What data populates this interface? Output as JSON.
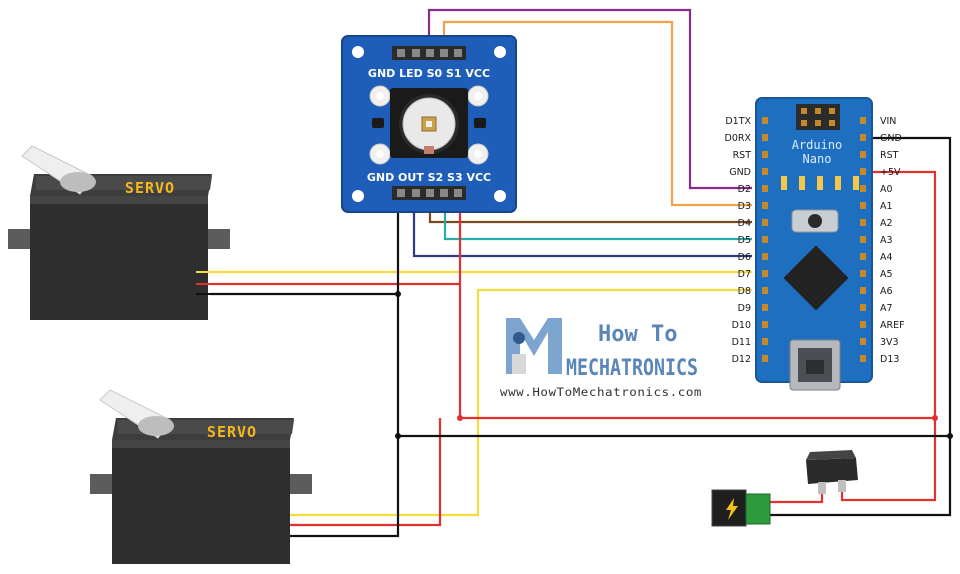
{
  "sensor": {
    "top_labels": "GND LED S0 S1 VCC",
    "bottom_labels": "GND OUT S2 S3 VCC"
  },
  "nano": {
    "title_line1": "Arduino",
    "title_line2": "Nano",
    "left_pins": [
      "D1TX",
      "D0RX",
      "RST",
      "GND",
      "D2",
      "D3",
      "D4",
      "D5",
      "D6",
      "D7",
      "D8",
      "D9",
      "D10",
      "D11",
      "D12"
    ],
    "right_pins": [
      "VIN",
      "GND",
      "RST",
      "+5V",
      "A0",
      "A1",
      "A2",
      "A3",
      "A4",
      "A5",
      "A6",
      "A7",
      "AREF",
      "3V3",
      "D13"
    ]
  },
  "servo_top": {
    "label": "SERVO"
  },
  "servo_bottom": {
    "label": "SERVO"
  },
  "logo": {
    "line1": "How To",
    "line2": "MECHATRONICS",
    "url": "www.HowToMechatronics.com"
  },
  "colors": {
    "wire_purple": "#8a2c8c",
    "wire_orange": "#f0a44a",
    "wire_brown": "#7a4a1e",
    "wire_teal": "#2aaca8",
    "wire_navy": "#2c3a8c",
    "wire_yellow": "#f4dc3c",
    "wire_red": "#e03030",
    "wire_black": "#111111",
    "board_blue": "#1f6fc1",
    "sensor_blue": "#1e5db8"
  }
}
